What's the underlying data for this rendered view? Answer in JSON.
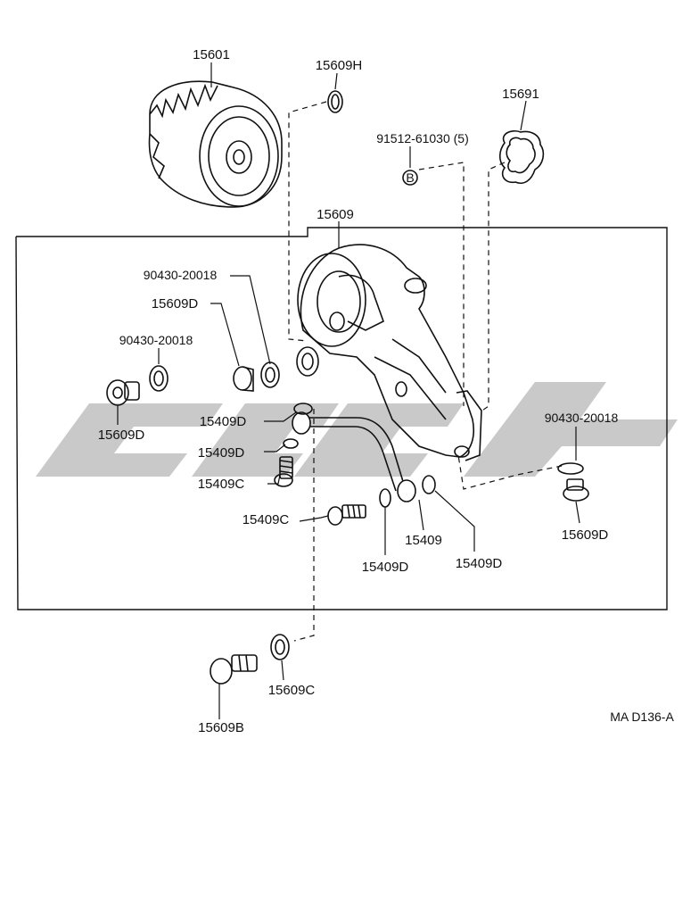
{
  "diagram": {
    "ref_code": "MA D136-A",
    "watermark_logo": "watermark-logo",
    "labels": {
      "p15601": "15601",
      "p15609H": "15609H",
      "p15691": "15691",
      "p91512": "91512-61030 (5)",
      "pB": "B",
      "p15609": "15609",
      "p90430a": "90430-20018",
      "p15609Da": "15609D",
      "p90430b": "90430-20018",
      "p15609Db": "15609D",
      "p15409Da": "15409D",
      "p15409Db": "15409D",
      "p15409Ca": "15409C",
      "p15409Cb": "15409C",
      "p15409": "15409",
      "p15409Dc": "15409D",
      "p15409Dd": "15409D",
      "p90430c": "90430-20018",
      "p15609Dc": "15609D",
      "p15609C": "15609C",
      "p15609B": "15609B"
    }
  }
}
